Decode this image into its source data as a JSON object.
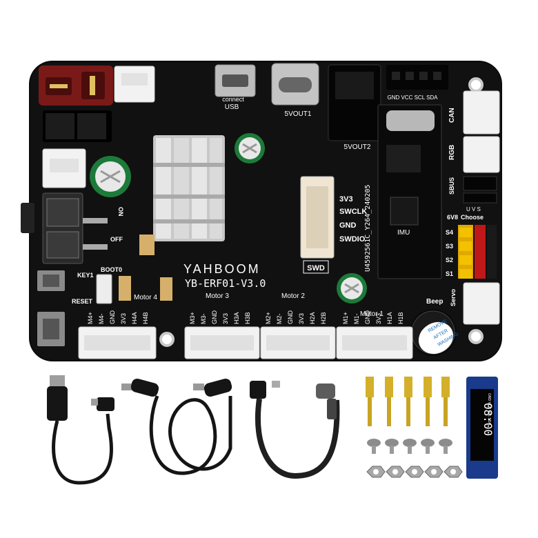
{
  "brand": "YAHBOOM",
  "model": "YB-ERF01-V3.0",
  "motors": [
    "Motor 4",
    "Motor 3",
    "Motor 2",
    "Motor 1"
  ],
  "motor_pins": [
    [
      "M4+",
      "M4-",
      "GND",
      "3V3",
      "H4A",
      "H4B"
    ],
    [
      "M3+",
      "M3-",
      "GND",
      "3V3",
      "H3A",
      "H3B"
    ],
    [
      "M2+",
      "M2-",
      "GND",
      "3V3",
      "H2A",
      "H2B"
    ],
    [
      "M1+",
      "M1-",
      "GND",
      "3V3",
      "H1A",
      "H1B"
    ]
  ],
  "swd_pins": [
    "3V3",
    "SWCLK",
    "GND",
    "SWDIO"
  ],
  "swd_label": "SWD",
  "usb_label": "USB connect",
  "usb_text": "USB",
  "usb_text2": "connect",
  "svout1": "5VOUT1",
  "svout2": "5VOUT2",
  "header_pins": "GND VCC SCL SDA",
  "imu_label": "IMU",
  "board_code": "U4592561C_Y264_240205",
  "right_labels": {
    "can": "CAN",
    "rgb": "RGB",
    "sbus": "SBUS",
    "choose": "Choose",
    "v68": "6V8",
    "beep": "Beep",
    "servo": "Servo",
    "uvs": "U V S"
  },
  "servo_pins": [
    "S4",
    "S3",
    "S2",
    "S1"
  ],
  "left_labels": {
    "key1": "KEY1",
    "boot0": "BOOT0",
    "reset": "RESET",
    "off": "OFF",
    "on": "ON"
  },
  "buzzer_text": [
    "REMOVE",
    "AFTER",
    "WASHING"
  ],
  "oled_text": "08:00",
  "oled_header": "GND VCC SCL SDA",
  "accessories": [
    "usb-to-micro-usb-cable",
    "dc-barrel-cable",
    "usb-c-cable",
    "brass-standoffs",
    "screws",
    "nuts",
    "oled-display"
  ],
  "colors": {
    "pcb": "#0d0d0d",
    "xt60": "#7a1a18",
    "jst": "#f2f2f2",
    "brass": "#d4b02a",
    "oled": "#1a3a8c"
  }
}
